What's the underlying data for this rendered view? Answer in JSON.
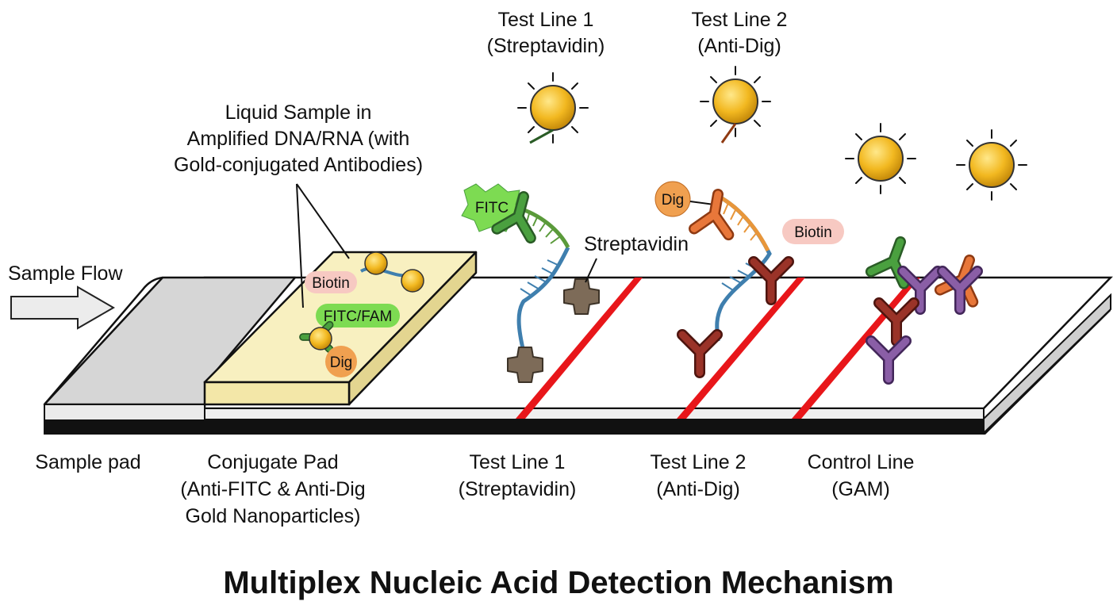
{
  "title": "Multiplex Nucleic Acid Detection Mechanism",
  "flow_label": "Sample Flow",
  "sample_callout": [
    "Liquid Sample in",
    "Amplified DNA/RNA (with",
    "Gold-conjugated Antibodies)"
  ],
  "top_labels": {
    "test1": [
      "Test Line 1",
      "(Streptavidin)"
    ],
    "test2": [
      "Test Line 2",
      "(Anti-Dig)"
    ]
  },
  "molecule_tags": {
    "pad_biotin": "Biotin",
    "pad_fitc": "FITC/FAM",
    "pad_dig": "Dig",
    "fitc": "FITC",
    "streptavidin": "Streptavidin",
    "dig": "Dig",
    "biotin": "Biotin"
  },
  "bottom_labels": {
    "sample_pad": [
      "Sample pad"
    ],
    "conjugate_pad": [
      "Conjugate Pad",
      "(Anti-FITC & Anti-Dig",
      "Gold Nanoparticles)"
    ],
    "test1": [
      "Test Line 1",
      "(Streptavidin)"
    ],
    "test2": [
      "Test Line 2",
      "(Anti-Dig)"
    ],
    "control": [
      "Control Line",
      "(GAM)"
    ]
  },
  "colors": {
    "test_line": "#e8161a",
    "gold": "#f2b820",
    "green_antibody": "#3c8a35",
    "orange_antibody": "#e06a30",
    "red_antibody": "#8a2c22",
    "purple_antibody": "#7a4f93",
    "dna": "#3f7fae",
    "streptavidin": "#7d6b58",
    "pad": "#f8f0c0",
    "tag_pink": "#f7c9c2",
    "tag_green": "#7ddb52",
    "tag_orange": "#f0a050"
  }
}
